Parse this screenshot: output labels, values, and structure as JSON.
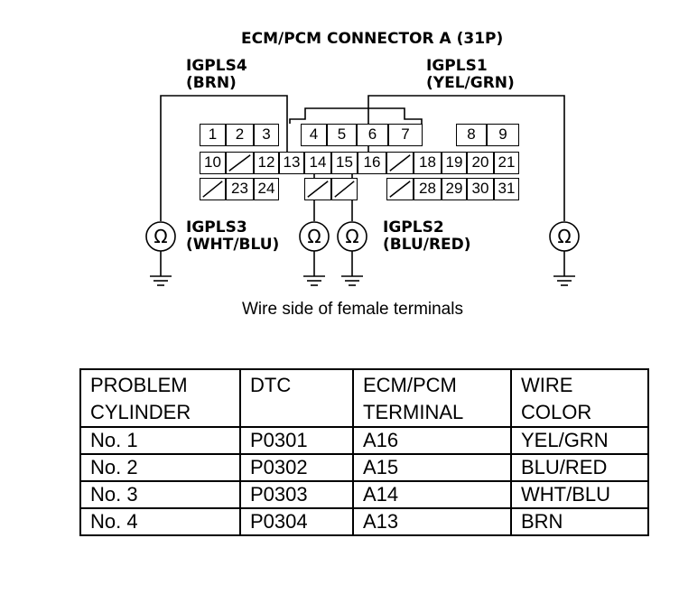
{
  "diagram": {
    "title": "ECM/PCM CONNECTOR A (31P)",
    "labels": {
      "igpls4_name": "IGPLS4",
      "igpls4_color": "(BRN)",
      "igpls1_name": "IGPLS1",
      "igpls1_color": "(YEL/GRN)",
      "igpls3_name": "IGPLS3",
      "igpls3_color": "(WHT/BLU)",
      "igpls2_name": "IGPLS2",
      "igpls2_color": "(BLU/RED)"
    },
    "ohm_symbol": "Ω",
    "caption": "Wire side of female terminals",
    "terminals": {
      "row1": [
        "1",
        "2",
        "3",
        "4",
        "5",
        "6",
        "7",
        "",
        "8",
        "9"
      ],
      "row2": [
        "10",
        "",
        "12",
        "13",
        "14",
        "15",
        "16",
        "",
        "18",
        "19",
        "20",
        "21"
      ],
      "row3": [
        "",
        "23",
        "24",
        "",
        "",
        "",
        "28",
        "29",
        "30",
        "31"
      ]
    }
  },
  "table": {
    "headers": [
      [
        "PROBLEM",
        "CYLINDER"
      ],
      [
        "DTC",
        ""
      ],
      [
        "ECM/PCM",
        "TERMINAL"
      ],
      [
        "WIRE",
        "COLOR"
      ]
    ],
    "rows": [
      [
        "No. 1",
        "P0301",
        "A16",
        "YEL/GRN"
      ],
      [
        "No. 2",
        "P0302",
        "A15",
        "BLU/RED"
      ],
      [
        "No. 3",
        "P0303",
        "A14",
        "WHT/BLU"
      ],
      [
        "No. 4",
        "P0304",
        "A13",
        "BRN"
      ]
    ]
  }
}
